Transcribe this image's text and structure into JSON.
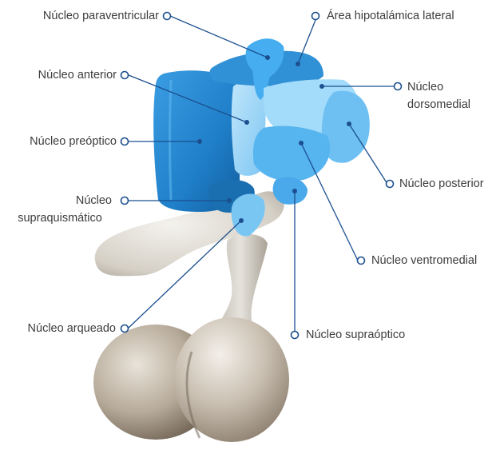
{
  "labels": {
    "paraventricular": "Núcleo paraventricular",
    "lateral_hypothalamic": "Área hipotalámica lateral",
    "anterior": "Núcleo anterior",
    "dorsomedial_1": "Núcleo",
    "dorsomedial_2": "dorsomedial",
    "preoptic": "Núcleo preóptico",
    "suprachiasmatic_1": "Núcleo",
    "suprachiasmatic_2": "supraquismático",
    "posterior": "Núcleo posterior",
    "ventromedial": "Núcleo ventromedial",
    "arcuate": "Núcleo arqueado",
    "supraoptic": "Núcleo supraóptico"
  },
  "colors": {
    "leader_line": "#1b4f8f",
    "nucleus_dark": "#1e7fc8",
    "nucleus_mid": "#3ea3e6",
    "nucleus_light": "#8fd0f7",
    "nucleus_pale": "#b8e3fb",
    "pituitary_beige": "#b9ad9d",
    "stalk_grey": "#d4d0c7"
  }
}
